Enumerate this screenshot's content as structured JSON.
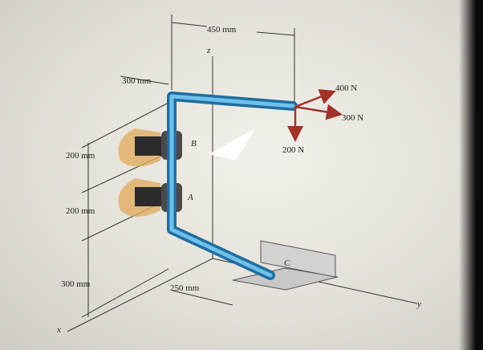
{
  "dimensions": {
    "top_span": "450 mm",
    "upper_arm": "300 mm",
    "b_spacing": "200 mm",
    "a_spacing": "200 mm",
    "bottom_height": "300 mm",
    "base_arm": "250 mm"
  },
  "axes": {
    "x": "x",
    "y": "y",
    "z": "z"
  },
  "points": {
    "a": "A",
    "b": "B",
    "c": "C"
  },
  "forces": {
    "f1": "400 N",
    "f2": "300 N",
    "f3": "200 N"
  },
  "colors": {
    "pipe": "#3f9bd0",
    "force_arrow": "#a0322a",
    "bearing": "#2b2b2b",
    "wall_pattern": "#e0a95a"
  }
}
